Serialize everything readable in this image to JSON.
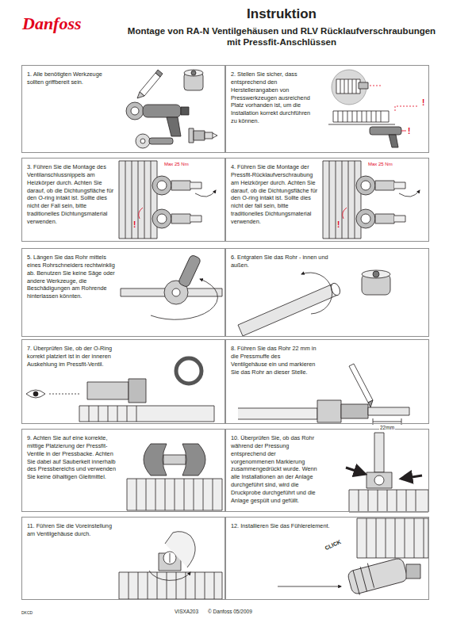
{
  "diagram": {
    "title": "Instruktion",
    "caption": "Montage von RA-N Ventilgehäusen und RLV Rücklaufverschraubungen mit Pressfit-Anschlüssen",
    "nodes": [
      {
        "text": [
          "1. Alle benötigten Werkzeuge sollten griffbereit sein."
        ]
      },
      {
        "text": [
          "2. Stellen Sie sicher, dass entsprechend den Herstellerangaben von Presswerkzeugen ausreichend Platz vorhanden ist, um die Installation korrekt durchführen zu können."
        ]
      },
      {
        "text": [
          "3. Führen Sie die Montage des Ventilanschlussnippels am Heizkörper durch. Achten Sie darauf, ob die Dichtungsfläche für den O-ring intakt ist. Sollte dies nicht der Fall sein, bitte traditionelles Dichtungsmaterial verwenden."
        ]
      },
      {
        "text": [
          "4. Führen Sie die Montage der Pressfit-Rücklaufverschraubung am Heizkörper durch. Achten Sie darauf, ob die Dichtungsfläche für den O-ring intakt ist. Sollte dies nicht der fall sein, bitte traditionelles Dichtungsmaterial verwenden."
        ]
      },
      {
        "text": [
          "5. Längen Sie das Rohr mittels eines Rohrschneiders rechtwinklig ab. Benutzen Sie keine Säge oder andere Werkzeuge, die Beschädigungen am Rohrende hinterlassen könnten."
        ]
      },
      {
        "text": [
          "6. Entgraten Sie das Rohr - innen und außen."
        ]
      },
      {
        "text": [
          "7. Überprüfen Sie, ob der O-Ring korrekt platziert ist in der inneren Auskehlung im Pressfit-Ventil."
        ]
      },
      {
        "text": [
          "8. Führen Sie das Rohr 22 mm in die Pressmuffe des Ventilgehäuse ein und markieren Sie das Rohr an dieser Stelle."
        ]
      },
      {
        "text": [
          "9. Achten Sie auf eine korrekte, mittige Platzierung der Pressfit-Ventile in der Pressbacke. Achten Sie dabei auf Sauberkeit innerhalb des Pressbereichs und verwenden Sie keine ölhaltigen Gleitmittel."
        ]
      },
      {
        "text": [
          "10. Überprüfen Sie, ob das Rohr während der Pressung entsprechend der vorgenommenen Markierung zusammengedrückt wurde. Wenn alle Installationen an der Anlage durchgeführt sind, wird die Druckprobe durchgeführt und die Anlage gespült und gefüllt."
        ]
      },
      {
        "text": [
          "11. Führen Sie die Voreinstellung am Ventilgehäuse durch."
        ]
      },
      {
        "text": [
          "12. Installieren Sie das Fühlerelement."
        ]
      }
    ],
    "labels": [
      "Danfoss",
      "!",
      "!",
      "Max 25 Nm",
      "!",
      "Max 25 Nm",
      "!",
      "22mm",
      "CLICK",
      "DKCD",
      "VISXA203",
      "© Danfoss 05/2009"
    ]
  }
}
